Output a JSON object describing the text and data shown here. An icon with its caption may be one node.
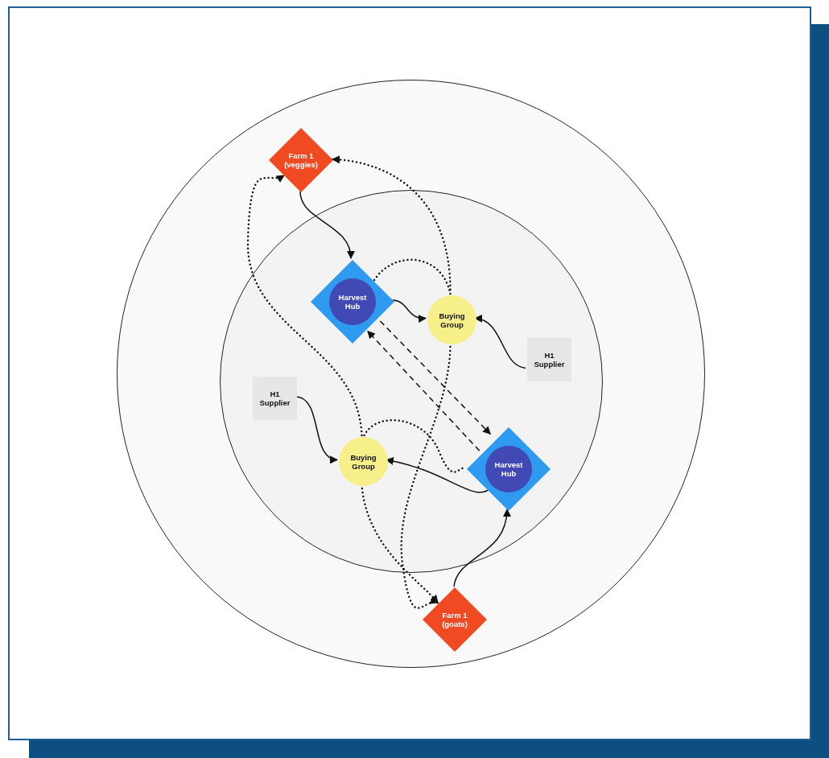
{
  "diagram": {
    "nodes": [
      {
        "text": [],
        "shape": "circle"
      },
      {
        "text": [],
        "shape": "circle",
        "in": 0
      },
      {
        "text": [
          "Farm 1 (veggies)"
        ],
        "in": 0
      },
      {
        "text": [
          "Harvest Hub"
        ],
        "in": 1
      },
      {
        "text": [
          "Buying Group"
        ],
        "in": 1
      },
      {
        "text": [
          "H1 Supplier"
        ],
        "in": 1
      },
      {
        "text": [
          "H1 Supplier"
        ],
        "in": 1
      },
      {
        "text": [
          "Buying Group"
        ],
        "in": 1
      },
      {
        "text": [
          "Harvest Hub"
        ],
        "in": 1
      },
      {
        "text": [
          "Farm 1 (goats)"
        ],
        "in": 0
      }
    ],
    "edges": [
      {
        "from": 2,
        "to": 3,
        "arrow": "to"
      },
      {
        "from": 3,
        "to": 4,
        "arrow": "to"
      },
      {
        "from": 5,
        "to": 4,
        "arrow": "to"
      },
      {
        "from": 3,
        "to": 4,
        "arrow": "none",
        "style": "dashed"
      },
      {
        "from": 4,
        "to": 2,
        "arrow": "to",
        "style": "dashed"
      },
      {
        "from": 4,
        "to": 9,
        "arrow": "to",
        "style": "dashed"
      },
      {
        "from": 3,
        "to": 8,
        "arrow": "to",
        "style": "dashed"
      },
      {
        "from": 8,
        "to": 3,
        "arrow": "to",
        "style": "dashed"
      },
      {
        "from": 6,
        "to": 7,
        "arrow": "to"
      },
      {
        "from": 7,
        "to": 2,
        "arrow": "to",
        "style": "dashed"
      },
      {
        "from": 7,
        "to": 8,
        "arrow": "none",
        "style": "dashed"
      },
      {
        "from": 8,
        "to": 7,
        "arrow": "to"
      },
      {
        "from": 7,
        "to": 9,
        "arrow": "to",
        "style": "dashed"
      },
      {
        "from": 9,
        "to": 8,
        "arrow": "to"
      }
    ]
  }
}
